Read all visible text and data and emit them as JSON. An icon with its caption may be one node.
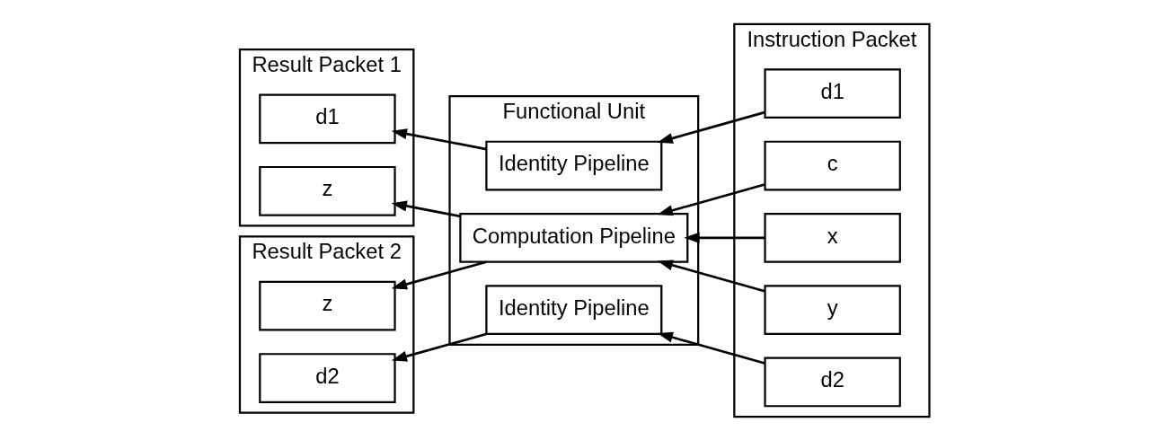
{
  "diagram": {
    "nodes": [
      {
        "text": [
          "Result Packet 1"
        ]
      },
      {
        "text": [
          "d1"
        ],
        "in": 0
      },
      {
        "text": [
          "z"
        ],
        "in": 0
      },
      {
        "text": [
          "Result Packet 2"
        ]
      },
      {
        "text": [
          "d2"
        ],
        "in": 3
      },
      {
        "text": [
          "z"
        ],
        "in": 3
      },
      {
        "text": [
          "Functional Unit"
        ]
      },
      {
        "text": [
          "Identity Pipeline"
        ],
        "in": 6
      },
      {
        "text": [
          "Identity Pipeline"
        ],
        "in": 6
      },
      {
        "text": [
          "Computation Pipeline"
        ],
        "in": 6
      },
      {
        "text": [
          "Instruction Packet"
        ]
      },
      {
        "text": [
          "c"
        ],
        "in": 10
      },
      {
        "text": [
          "d1"
        ],
        "in": 10
      },
      {
        "text": [
          "d2"
        ],
        "in": 10
      },
      {
        "text": [
          "x"
        ],
        "in": 10
      },
      {
        "text": [
          "y"
        ],
        "in": 10
      }
    ],
    "edges": [
      {
        "from": 7,
        "to": 1,
        "arrow": "to"
      },
      {
        "from": 9,
        "to": 2,
        "arrow": "to"
      },
      {
        "from": 8,
        "to": 4,
        "arrow": "to"
      },
      {
        "from": 9,
        "to": 5,
        "arrow": "to"
      },
      {
        "from": 12,
        "to": 7,
        "arrow": "to"
      },
      {
        "from": 13,
        "to": 8,
        "arrow": "to"
      },
      {
        "from": 11,
        "to": 9,
        "arrow": "to"
      },
      {
        "from": 14,
        "to": 9,
        "arrow": "to"
      },
      {
        "from": 15,
        "to": 9,
        "arrow": "to"
      }
    ]
  }
}
